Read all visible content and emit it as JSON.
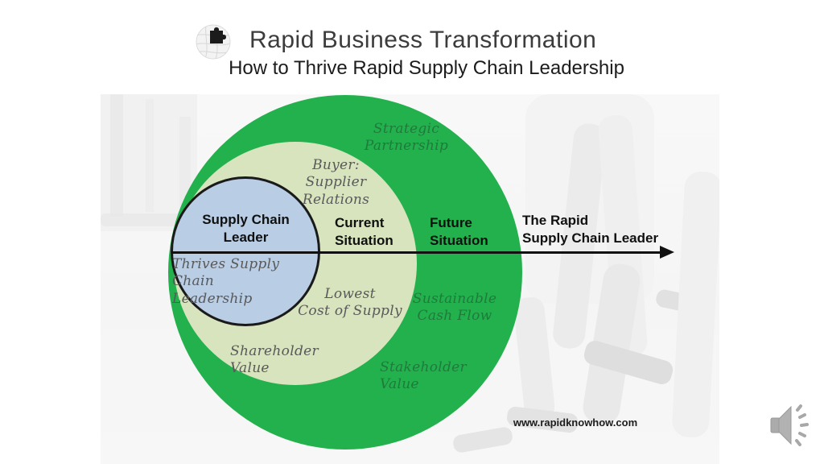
{
  "header": {
    "logo_icon": "puzzle-globe-icon",
    "title": "Rapid Business Transformation",
    "subtitle": "How to Thrive Rapid Supply Chain Leadership"
  },
  "diagram": {
    "inner_circle": {
      "title": "Supply Chain\nLeader",
      "note": "Thrives Supply Chain\nLeadership"
    },
    "middle_circle": {
      "stage_label": "Current\nSituation",
      "top_note": "Buyer:\nSupplier\nRelations",
      "cost_note": "Lowest\nCost of Supply",
      "value_note": "Shareholder Value"
    },
    "outer_circle": {
      "stage_label": "Future\nSituation",
      "top_note": "Strategic\nPartnership",
      "cash_note": "Sustainable\nCash Flow",
      "value_note": "Stakeholder\nValue"
    },
    "arrow_label": "The Rapid\nSupply Chain Leader"
  },
  "footer": {
    "website": "www.rapidknowhow.com",
    "audio_icon": "speaker-icon"
  },
  "colors": {
    "outer_circle_green": "#23B14D",
    "middle_circle_light_green": "#D8E4BE",
    "inner_circle_blue": "#B9CDE5",
    "dark_green_text": "#1F7A3C",
    "gray_handwriting_text": "#595959",
    "arrow_black": "#111111"
  }
}
